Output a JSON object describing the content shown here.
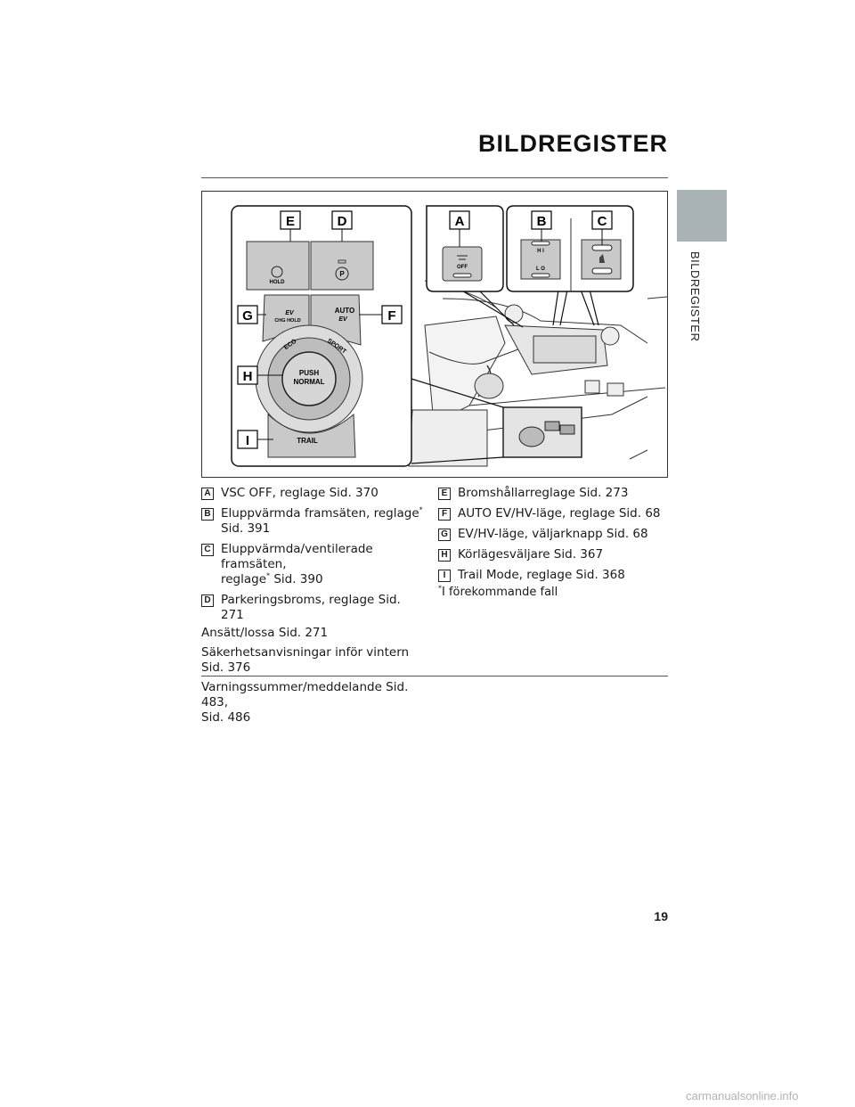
{
  "header": {
    "title": "BILDREGISTER"
  },
  "side_tab": {
    "label": "BILDREGISTER",
    "color": "#a9b2b4"
  },
  "figure": {
    "callouts": [
      "A",
      "B",
      "C",
      "D",
      "E",
      "F",
      "G",
      "H",
      "I"
    ],
    "switch_labels": {
      "hold": "HOLD",
      "chg_hold": "CHG HOLD",
      "auto": "AUTO",
      "ev": "EV",
      "eco": "ECO",
      "sport": "SPORT",
      "push": "PUSH",
      "normal": "NORMAL",
      "trail": "TRAIL",
      "off": "OFF",
      "hi": "H I",
      "lo": "L O"
    }
  },
  "items_left": [
    {
      "badge": "A",
      "text": "VSC OFF, reglage Sid. 370"
    },
    {
      "badge": "B",
      "text": "Eluppvärmda framsäten, reglage",
      "sup": "*",
      "line2": "Sid. 391"
    },
    {
      "badge": "C",
      "text": "Eluppvärmda/ventilerade framsäten,",
      "line2": "reglage",
      "sup2": "*",
      "line2_after": " Sid. 390"
    },
    {
      "badge": "D",
      "text": "Parkeringsbroms, reglage Sid. 271"
    }
  ],
  "plain_left": [
    {
      "line1": "Ansätt/lossa Sid. 271"
    },
    {
      "line1": "Säkerhetsanvisningar inför vintern",
      "line2": "Sid. 376"
    },
    {
      "line1": "Varningssummer/meddelande Sid. 483,",
      "line2": "Sid. 486"
    }
  ],
  "items_right": [
    {
      "badge": "E",
      "text": "Bromshållarreglage Sid. 273"
    },
    {
      "badge": "F",
      "text": "AUTO EV/HV-läge, reglage Sid. 68"
    },
    {
      "badge": "G",
      "text": "EV/HV-läge, väljarknapp Sid. 68"
    },
    {
      "badge": "H",
      "text": "Körlägesväljare Sid. 367"
    },
    {
      "badge": "I",
      "text": "Trail Mode, reglage Sid. 368"
    }
  ],
  "footnote": {
    "sup": "*",
    "text": "I förekommande fall"
  },
  "page_number": "19",
  "watermark": "carmanualsonline.info"
}
